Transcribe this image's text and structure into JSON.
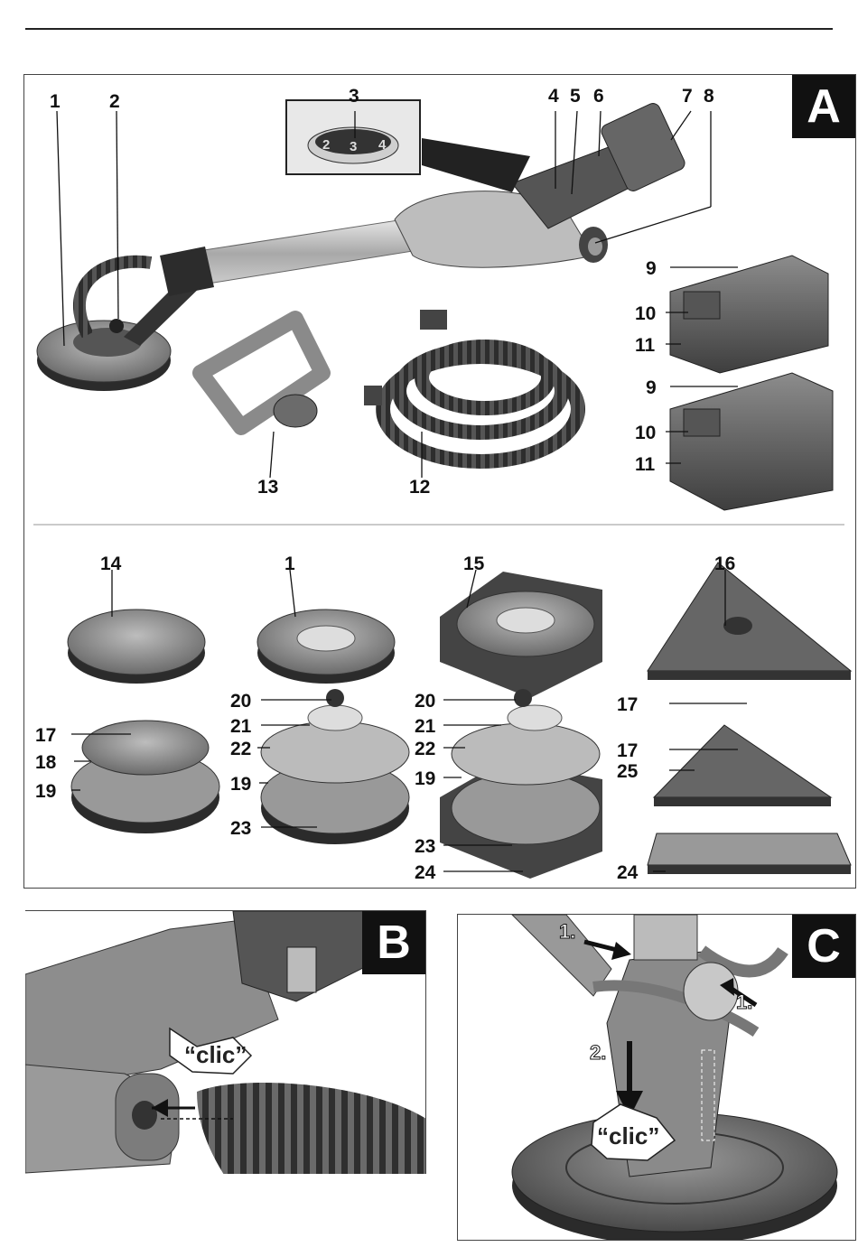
{
  "panels": {
    "a": {
      "tag": "A"
    },
    "b": {
      "tag": "B",
      "sound": "“clic”"
    },
    "c": {
      "tag": "C",
      "sound": "“clic”",
      "step1": "1.",
      "step1b": "1.",
      "step2": "2."
    }
  },
  "callouts": {
    "n1": "1",
    "n2": "2",
    "n3": "3",
    "n4": "4",
    "n5": "5",
    "n6": "6",
    "n7": "7",
    "n8": "8",
    "n9a": "9",
    "n10a": "10",
    "n11a": "11",
    "n9b": "9",
    "n10b": "10",
    "n11b": "11",
    "n12": "12",
    "n13": "13",
    "n14": "14",
    "n1b": "1",
    "n15": "15",
    "n16": "16",
    "n17a": "17",
    "n18": "18",
    "n19a": "19",
    "n20a": "20",
    "n21a": "21",
    "n22a": "22",
    "n19b": "19",
    "n23a": "23",
    "n20b": "20",
    "n21b": "21",
    "n22b": "22",
    "n19c": "19",
    "n23b": "23",
    "n24a": "24",
    "n17b": "17",
    "n17c": "17",
    "n25": "25",
    "n24b": "24"
  },
  "dial": {
    "d2": "2",
    "d3": "3",
    "d4": "4"
  },
  "colors": {
    "dark": "#3a3a3a",
    "mid": "#8a8a8a",
    "light": "#c9c9c9",
    "ink": "#111111"
  }
}
